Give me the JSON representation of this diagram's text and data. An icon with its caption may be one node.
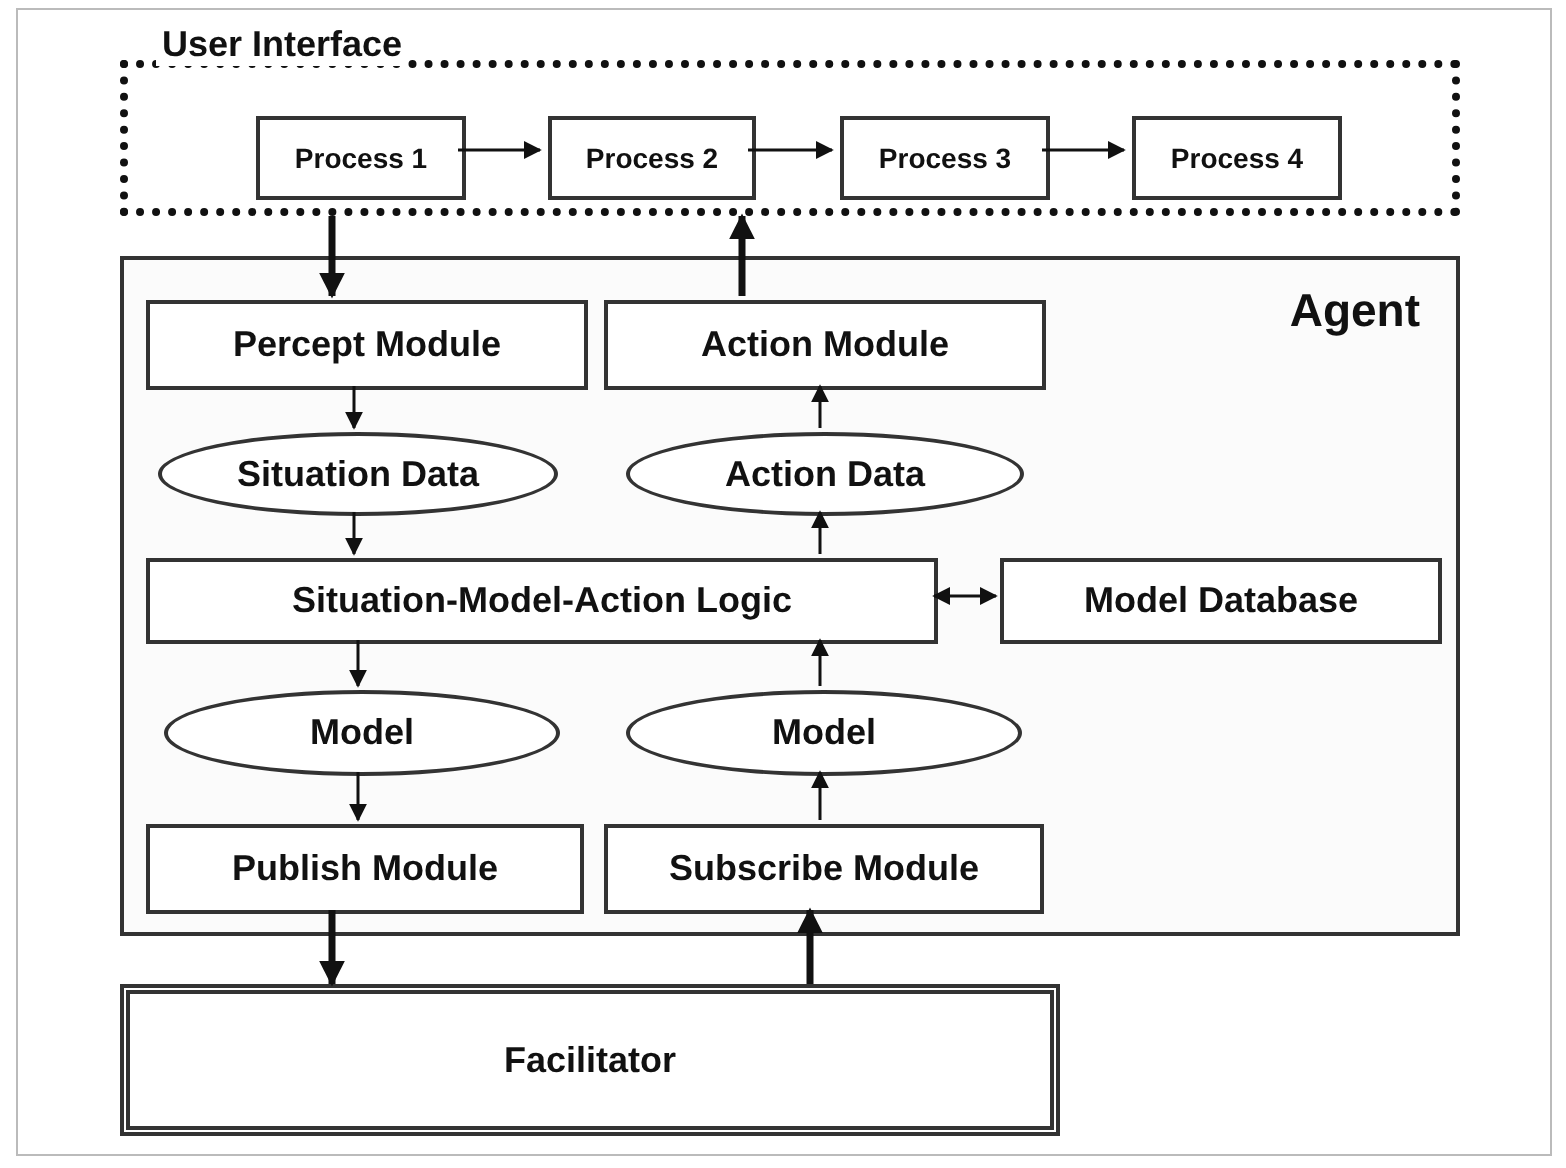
{
  "diagram": {
    "nodes": [
      {
        "text": [
          "User Interface"
        ]
      },
      {
        "text": [
          "Process 1"
        ],
        "in": 0
      },
      {
        "text": [
          "Process 2"
        ],
        "in": 0
      },
      {
        "text": [
          "Process 3"
        ],
        "in": 0
      },
      {
        "text": [
          "Process 4"
        ],
        "in": 0
      },
      {
        "text": [
          "Agent"
        ]
      },
      {
        "text": [
          "Percept Module"
        ],
        "in": 5
      },
      {
        "text": [
          "Action Module"
        ],
        "in": 5
      },
      {
        "text": [
          "Situation Data"
        ],
        "in": 5
      },
      {
        "text": [
          "Action Data"
        ],
        "in": 5
      },
      {
        "text": [
          "Situation-Model-Action Logic"
        ],
        "in": 5
      },
      {
        "text": [
          "Model Database"
        ],
        "in": 5
      },
      {
        "text": [
          "Model"
        ],
        "in": 5
      },
      {
        "text": [
          "Model"
        ],
        "in": 5
      },
      {
        "text": [
          "Publish Module"
        ],
        "in": 5
      },
      {
        "text": [
          "Subscribe Module"
        ],
        "in": 5
      },
      {
        "text": [
          "Facilitator"
        ]
      }
    ],
    "edges": [
      {
        "from": 0,
        "to": 6,
        "arrow": "to",
        "style": "thick"
      },
      {
        "from": 7,
        "to": 0,
        "arrow": "to",
        "style": "thick"
      },
      {
        "from": 1,
        "to": 2,
        "arrow": "to"
      },
      {
        "from": 2,
        "to": 3,
        "arrow": "to"
      },
      {
        "from": 3,
        "to": 4,
        "arrow": "to"
      },
      {
        "from": 6,
        "to": 8,
        "arrow": "to"
      },
      {
        "from": 8,
        "to": 10,
        "arrow": "to"
      },
      {
        "from": 10,
        "to": 9,
        "arrow": "to"
      },
      {
        "from": 9,
        "to": 7,
        "arrow": "to"
      },
      {
        "from": 10,
        "to": 11,
        "arrow": "both"
      },
      {
        "from": 10,
        "to": 12,
        "arrow": "to"
      },
      {
        "from": 12,
        "to": 14,
        "arrow": "to"
      },
      {
        "from": 13,
        "to": 10,
        "arrow": "to"
      },
      {
        "from": 15,
        "to": 13,
        "arrow": "to"
      },
      {
        "from": 14,
        "to": 16,
        "arrow": "to",
        "style": "thick"
      },
      {
        "from": 16,
        "to": 15,
        "arrow": "to",
        "style": "thick"
      }
    ]
  }
}
